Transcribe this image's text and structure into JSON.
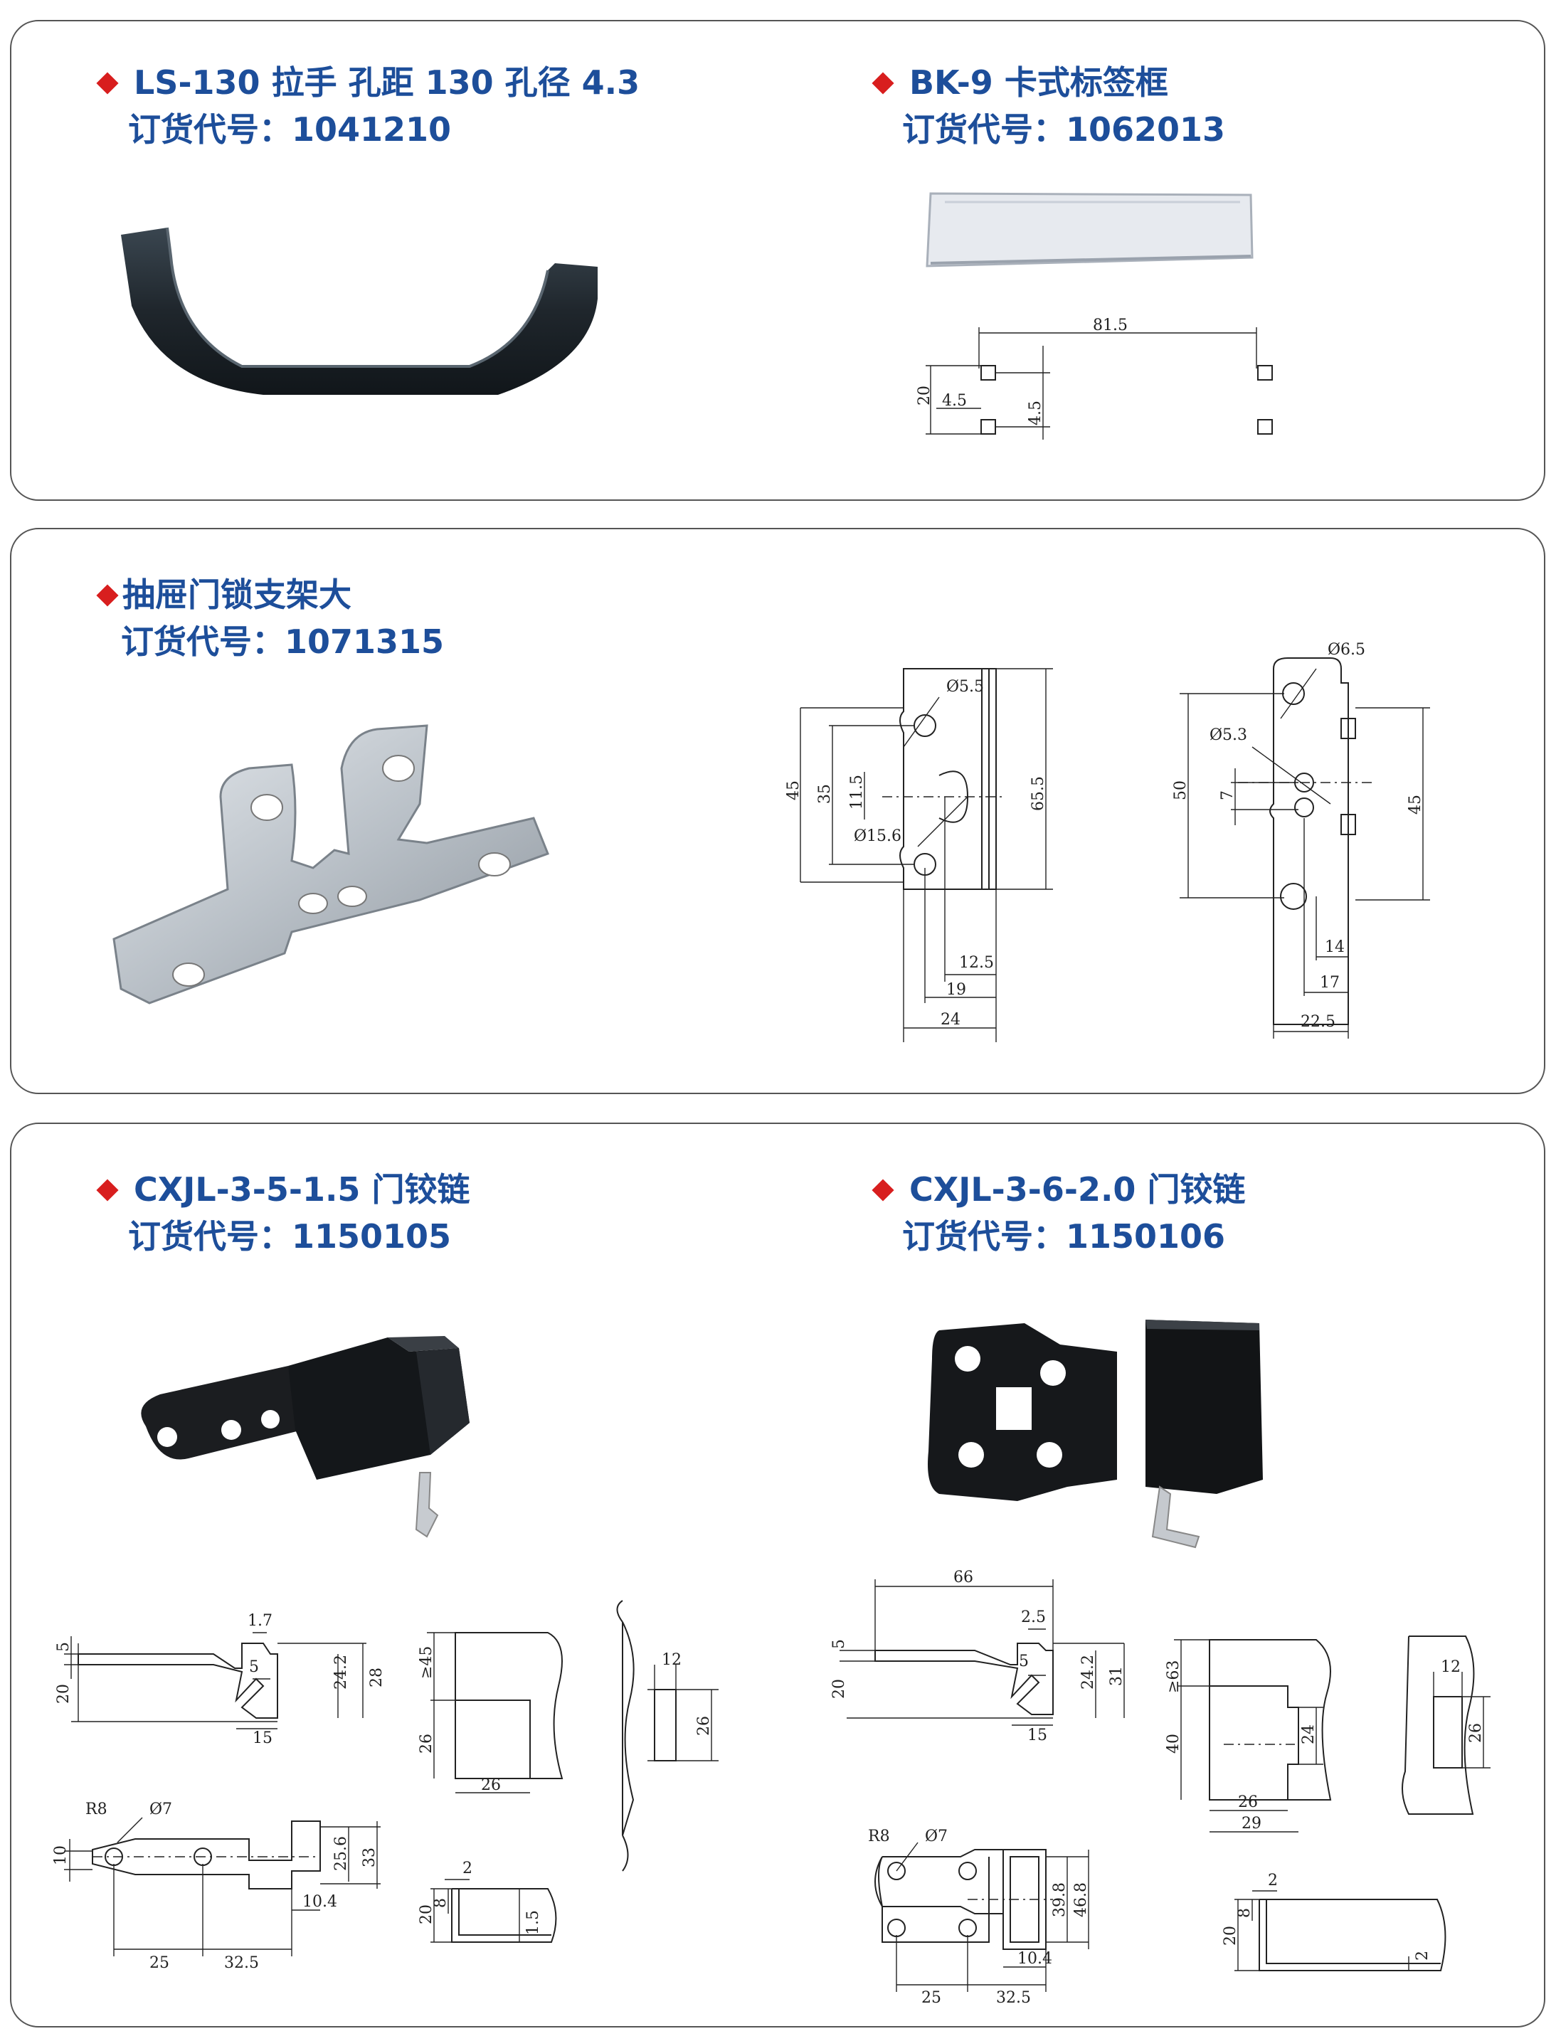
{
  "sections": [
    {
      "items": [
        {
          "title": "LS-130 拉手 孔距 130 孔径 4.3",
          "code": "订货代号：1041210",
          "icon": "handle-image"
        },
        {
          "title": "BK-9 卡式标签框",
          "code": "订货代号：1062013",
          "icon": "label-frame-image",
          "dims": {
            "width": "81.5",
            "height": "20",
            "hole_a": "4.5",
            "hole_b": "4.5"
          }
        }
      ]
    },
    {
      "items": [
        {
          "title": "抽屉门锁支架大",
          "code": "订货代号：1071315",
          "icon": "lock-bracket-image",
          "dims": {
            "view1": {
              "hole_top": "Ø5.5",
              "h45": "45",
              "h35": "35",
              "h11": "11.5",
              "hole_mid": "Ø15.6",
              "h65": "65.5",
              "w12": "12.5",
              "w19": "19",
              "w24": "24"
            },
            "view2": {
              "hole_top": "Ø6.5",
              "hole_mid": "Ø5.3",
              "h50": "50",
              "h7": "7",
              "h45": "45",
              "w14": "14",
              "w17": "17",
              "w22": "22.5"
            }
          }
        }
      ]
    },
    {
      "items": [
        {
          "title": "CXJL-3-5-1.5 门铰链",
          "code": "订货代号：1150105",
          "icon": "hinge-small-image",
          "dims": {
            "t17": "1.7",
            "v5": "5",
            "v20": "20",
            "v24": "24.2",
            "v28": "28",
            "v5b": "5",
            "w15": "15",
            "door45": "≥45",
            "door26": "26",
            "door26w": "26",
            "frame12": "12",
            "frame26": "26",
            "r8": "R8",
            "d7": "Ø7",
            "v10": "10",
            "v25": "25.6",
            "v33": "33",
            "w104": "10.4",
            "w25": "25",
            "w325": "32.5",
            "s2": "2",
            "s8": "8",
            "s20": "20",
            "s15": "1.5"
          }
        },
        {
          "title": "CXJL-3-6-2.0 门铰链",
          "code": "订货代号：1150106",
          "icon": "hinge-large-image",
          "dims": {
            "w66": "66",
            "t25": "2.5",
            "v5": "5",
            "v20": "20",
            "v24": "24.2",
            "v31": "31",
            "v5b": "5",
            "w15": "15",
            "door63": "≥63",
            "door40": "40",
            "door24": "24",
            "door26": "26",
            "door29": "29",
            "frame12": "12",
            "frame26": "26",
            "r8": "R8",
            "d7": "Ø7",
            "v398": "39.8",
            "v468": "46.8",
            "w104": "10.4",
            "w25": "25",
            "w325": "32.5",
            "s2": "2",
            "s8": "8",
            "s20": "20",
            "s2b": "2"
          }
        }
      ]
    }
  ]
}
